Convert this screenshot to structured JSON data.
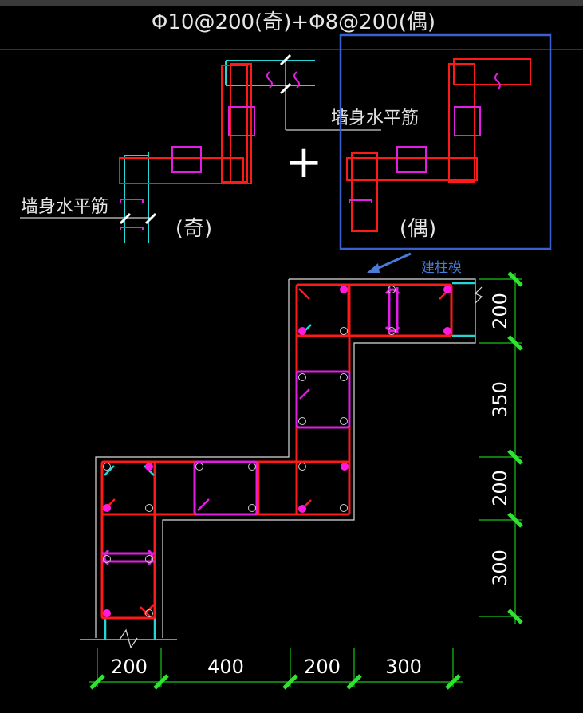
{
  "header": {
    "formula": "Φ10@200(奇)+Φ8@200(偶)"
  },
  "details": {
    "odd_label": "(奇)",
    "even_label": "(偶)",
    "wall_bar_label_right": "墙身水平筋",
    "wall_bar_label_left": "墙身水平筋",
    "plus_sign": "+"
  },
  "annotation": {
    "text": "建柱模",
    "box_color": "#3a5fd0"
  },
  "plan": {
    "horizontal_dims": [
      "200",
      "400",
      "200",
      "300"
    ],
    "vertical_dims": [
      "200",
      "350",
      "200",
      "300"
    ]
  },
  "colors": {
    "background": "#000000",
    "outline": "#ffffff",
    "stirrup": "#ff1a1a",
    "tie": "#e21ee2",
    "wall_bar": "#26d6d6",
    "dimension": "#19c419",
    "tick": "#31e331",
    "rebar_dot": "#ff1ae0"
  }
}
